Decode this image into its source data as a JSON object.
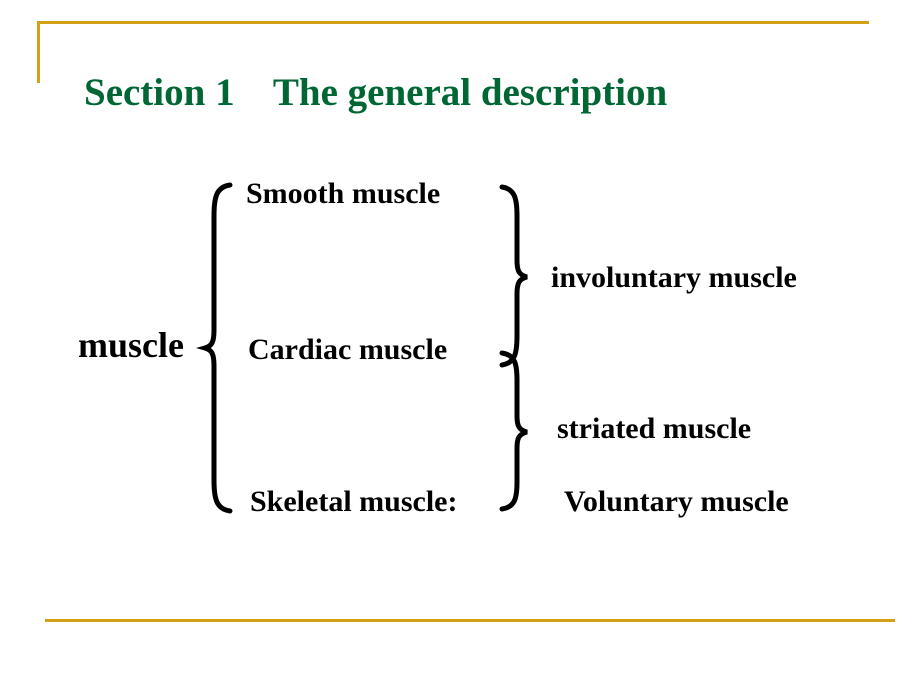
{
  "slide": {
    "title": "Section 1    The general description",
    "title_color": "#006633",
    "accent_color": "#d4a017",
    "background_color": "#ffffff"
  },
  "diagram": {
    "type": "bracket-classification",
    "root": "muscle",
    "branches": [
      {
        "label": "Smooth muscle"
      },
      {
        "label": "Cardiac muscle"
      },
      {
        "label": "Skeletal muscle:"
      }
    ],
    "groupings": [
      {
        "label": "involuntary muscle",
        "covers": [
          "Smooth muscle",
          "Cardiac muscle"
        ]
      },
      {
        "label": "striated muscle",
        "covers": [
          "Cardiac muscle",
          "Skeletal muscle:"
        ]
      }
    ],
    "extra": [
      {
        "label": "Voluntary muscle",
        "applies_to": "Skeletal muscle:"
      }
    ],
    "braces": {
      "main": "left-brace",
      "upper_right": "right-brace",
      "lower_right": "right-brace"
    }
  }
}
